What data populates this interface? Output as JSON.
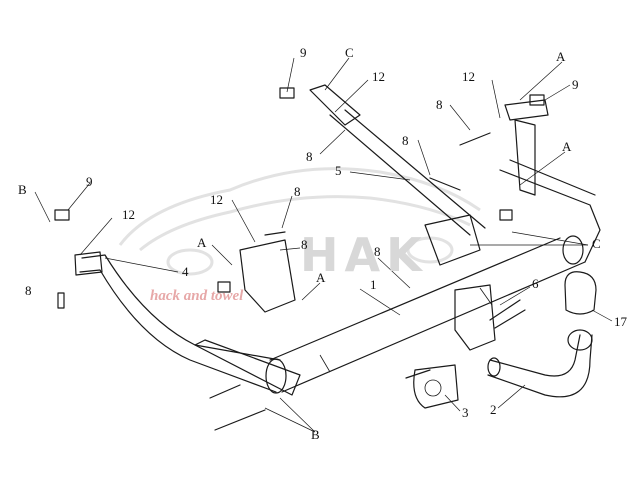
{
  "watermark": {
    "text": "HAK",
    "subtext": "hack and towel"
  },
  "labels": [
    {
      "id": "9",
      "text": "9"
    },
    {
      "id": "C",
      "text": "C"
    },
    {
      "id": "12",
      "text": "12"
    },
    {
      "id": "8",
      "text": "8"
    },
    {
      "id": "A",
      "text": "A"
    },
    {
      "id": "5",
      "text": "5"
    },
    {
      "id": "4",
      "text": "4"
    },
    {
      "id": "1",
      "text": "1"
    },
    {
      "id": "6",
      "text": "6"
    },
    {
      "id": "17",
      "text": "17"
    },
    {
      "id": "2",
      "text": "2"
    },
    {
      "id": "3",
      "text": "3"
    },
    {
      "id": "B",
      "text": "B"
    }
  ]
}
